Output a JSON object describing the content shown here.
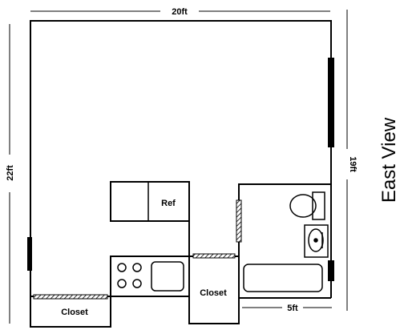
{
  "diagram": {
    "dimensions": {
      "top_width": "20ft",
      "left_height": "22ft",
      "right_height": "19ft",
      "bottom_bath_width": "5ft"
    },
    "rooms": {
      "closet_left": "Closet",
      "closet_center": "Closet",
      "refrigerator": "Ref"
    },
    "view_label": "East View"
  }
}
